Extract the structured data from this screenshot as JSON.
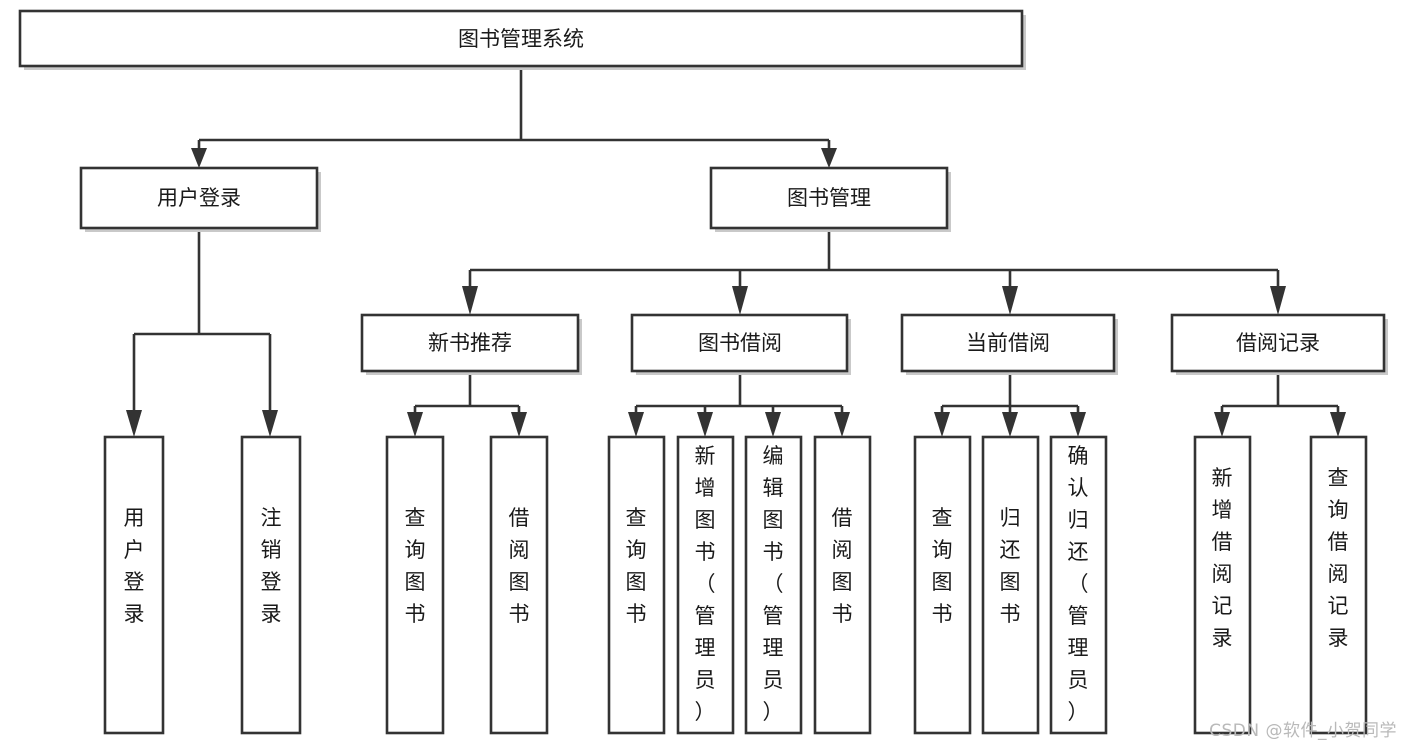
{
  "diagram": {
    "title": "图书管理系统",
    "type": "hierarchy-tree",
    "root": {
      "id": "root",
      "label": "图书管理系统",
      "orientation": "horizontal"
    },
    "level1": [
      {
        "id": "user-login",
        "label": "用户登录",
        "orientation": "horizontal"
      },
      {
        "id": "book-management",
        "label": "图书管理",
        "orientation": "horizontal"
      }
    ],
    "level2": [
      {
        "id": "new-book-recommend",
        "label": "新书推荐",
        "parent": "book-management",
        "orientation": "horizontal"
      },
      {
        "id": "book-borrow",
        "label": "图书借阅",
        "parent": "book-management",
        "orientation": "horizontal"
      },
      {
        "id": "current-borrow",
        "label": "当前借阅",
        "parent": "book-management",
        "orientation": "horizontal"
      },
      {
        "id": "borrow-record",
        "label": "借阅记录",
        "parent": "book-management",
        "orientation": "horizontal"
      }
    ],
    "leaves": [
      {
        "id": "leaf-user-login",
        "label": "用户登录",
        "parent": "user-login",
        "orientation": "vertical"
      },
      {
        "id": "leaf-user-logout",
        "label": "注销登录",
        "parent": "user-login",
        "orientation": "vertical"
      },
      {
        "id": "leaf-query-book-1",
        "label": "查询图书",
        "parent": "new-book-recommend",
        "orientation": "vertical"
      },
      {
        "id": "leaf-borrow-book-1",
        "label": "借阅图书",
        "parent": "new-book-recommend",
        "orientation": "vertical"
      },
      {
        "id": "leaf-query-book-2",
        "label": "查询图书",
        "parent": "book-borrow",
        "orientation": "vertical"
      },
      {
        "id": "leaf-add-book",
        "label": "新增图书（管理员）",
        "parent": "book-borrow",
        "orientation": "vertical"
      },
      {
        "id": "leaf-edit-book",
        "label": "编辑图书（管理员）",
        "parent": "book-borrow",
        "orientation": "vertical"
      },
      {
        "id": "leaf-borrow-book-2",
        "label": "借阅图书",
        "parent": "book-borrow",
        "orientation": "vertical"
      },
      {
        "id": "leaf-query-book-3",
        "label": "查询图书",
        "parent": "current-borrow",
        "orientation": "vertical"
      },
      {
        "id": "leaf-return-book",
        "label": "归还图书",
        "parent": "current-borrow",
        "orientation": "vertical"
      },
      {
        "id": "leaf-confirm-return",
        "label": "确认归还（管理员）",
        "parent": "current-borrow",
        "orientation": "vertical"
      },
      {
        "id": "leaf-add-record",
        "label": "新增借阅记录",
        "parent": "borrow-record",
        "orientation": "vertical"
      },
      {
        "id": "leaf-query-record",
        "label": "查询借阅记录",
        "parent": "borrow-record",
        "orientation": "vertical"
      }
    ],
    "colors": {
      "box_border": "#333333",
      "box_fill": "#ffffff",
      "connector": "#333333",
      "text": "#1a1a1a",
      "watermark": "#b9b9b9",
      "background": "#ffffff"
    }
  },
  "watermark": {
    "text": "CSDN @软件_小贺同学"
  }
}
